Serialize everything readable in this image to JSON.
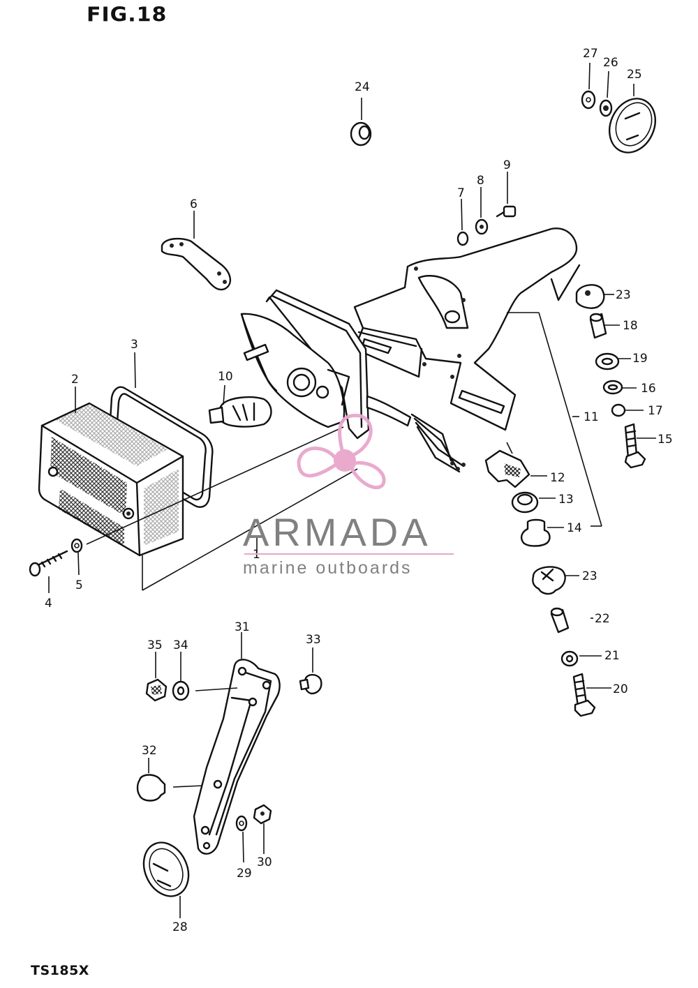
{
  "figure_label": "FIG.18",
  "model_code": "TS185X",
  "watermark": {
    "brand": "ARMADA",
    "tagline": "marine outboards",
    "logo_color": "#e8a6cc",
    "text_color": "#808080"
  },
  "callouts": [
    "1",
    "2",
    "3",
    "4",
    "5",
    "6",
    "7",
    "8",
    "9",
    "10",
    "11",
    "12",
    "13",
    "14",
    "15",
    "16",
    "17",
    "18",
    "19",
    "20",
    "21",
    "22",
    "23",
    "23",
    "24",
    "25",
    "26",
    "27",
    "28",
    "29",
    "30",
    "31",
    "32",
    "33",
    "34",
    "35"
  ]
}
